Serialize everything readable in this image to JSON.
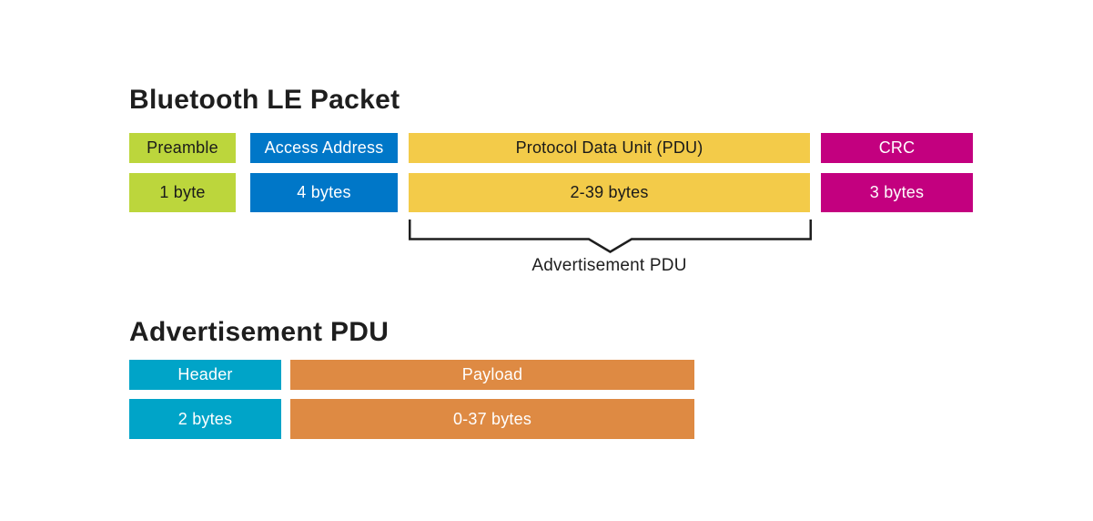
{
  "ble_packet": {
    "title": "Bluetooth LE Packet",
    "fields": [
      {
        "name": "Preamble",
        "size": "1 byte",
        "color": "#bcd63c",
        "text_color": "#1a1a1a"
      },
      {
        "name": "Access Address",
        "size": "4 bytes",
        "color": "#0077c8",
        "text_color": "#ffffff"
      },
      {
        "name": "Protocol Data Unit (PDU)",
        "size": "2-39 bytes",
        "color": "#f3cb49",
        "text_color": "#1a1a1a"
      },
      {
        "name": "CRC",
        "size": "3 bytes",
        "color": "#c3007f",
        "text_color": "#ffffff"
      }
    ],
    "brace_label": "Advertisement PDU",
    "brace_color": "#1e1e1e"
  },
  "adv_pdu": {
    "title": "Advertisement PDU",
    "fields": [
      {
        "name": "Header",
        "size": "2 bytes",
        "color": "#00a4c8",
        "text_color": "#ffffff"
      },
      {
        "name": "Payload",
        "size": "0-37 bytes",
        "color": "#de8a43",
        "text_color": "#ffffff"
      }
    ]
  }
}
